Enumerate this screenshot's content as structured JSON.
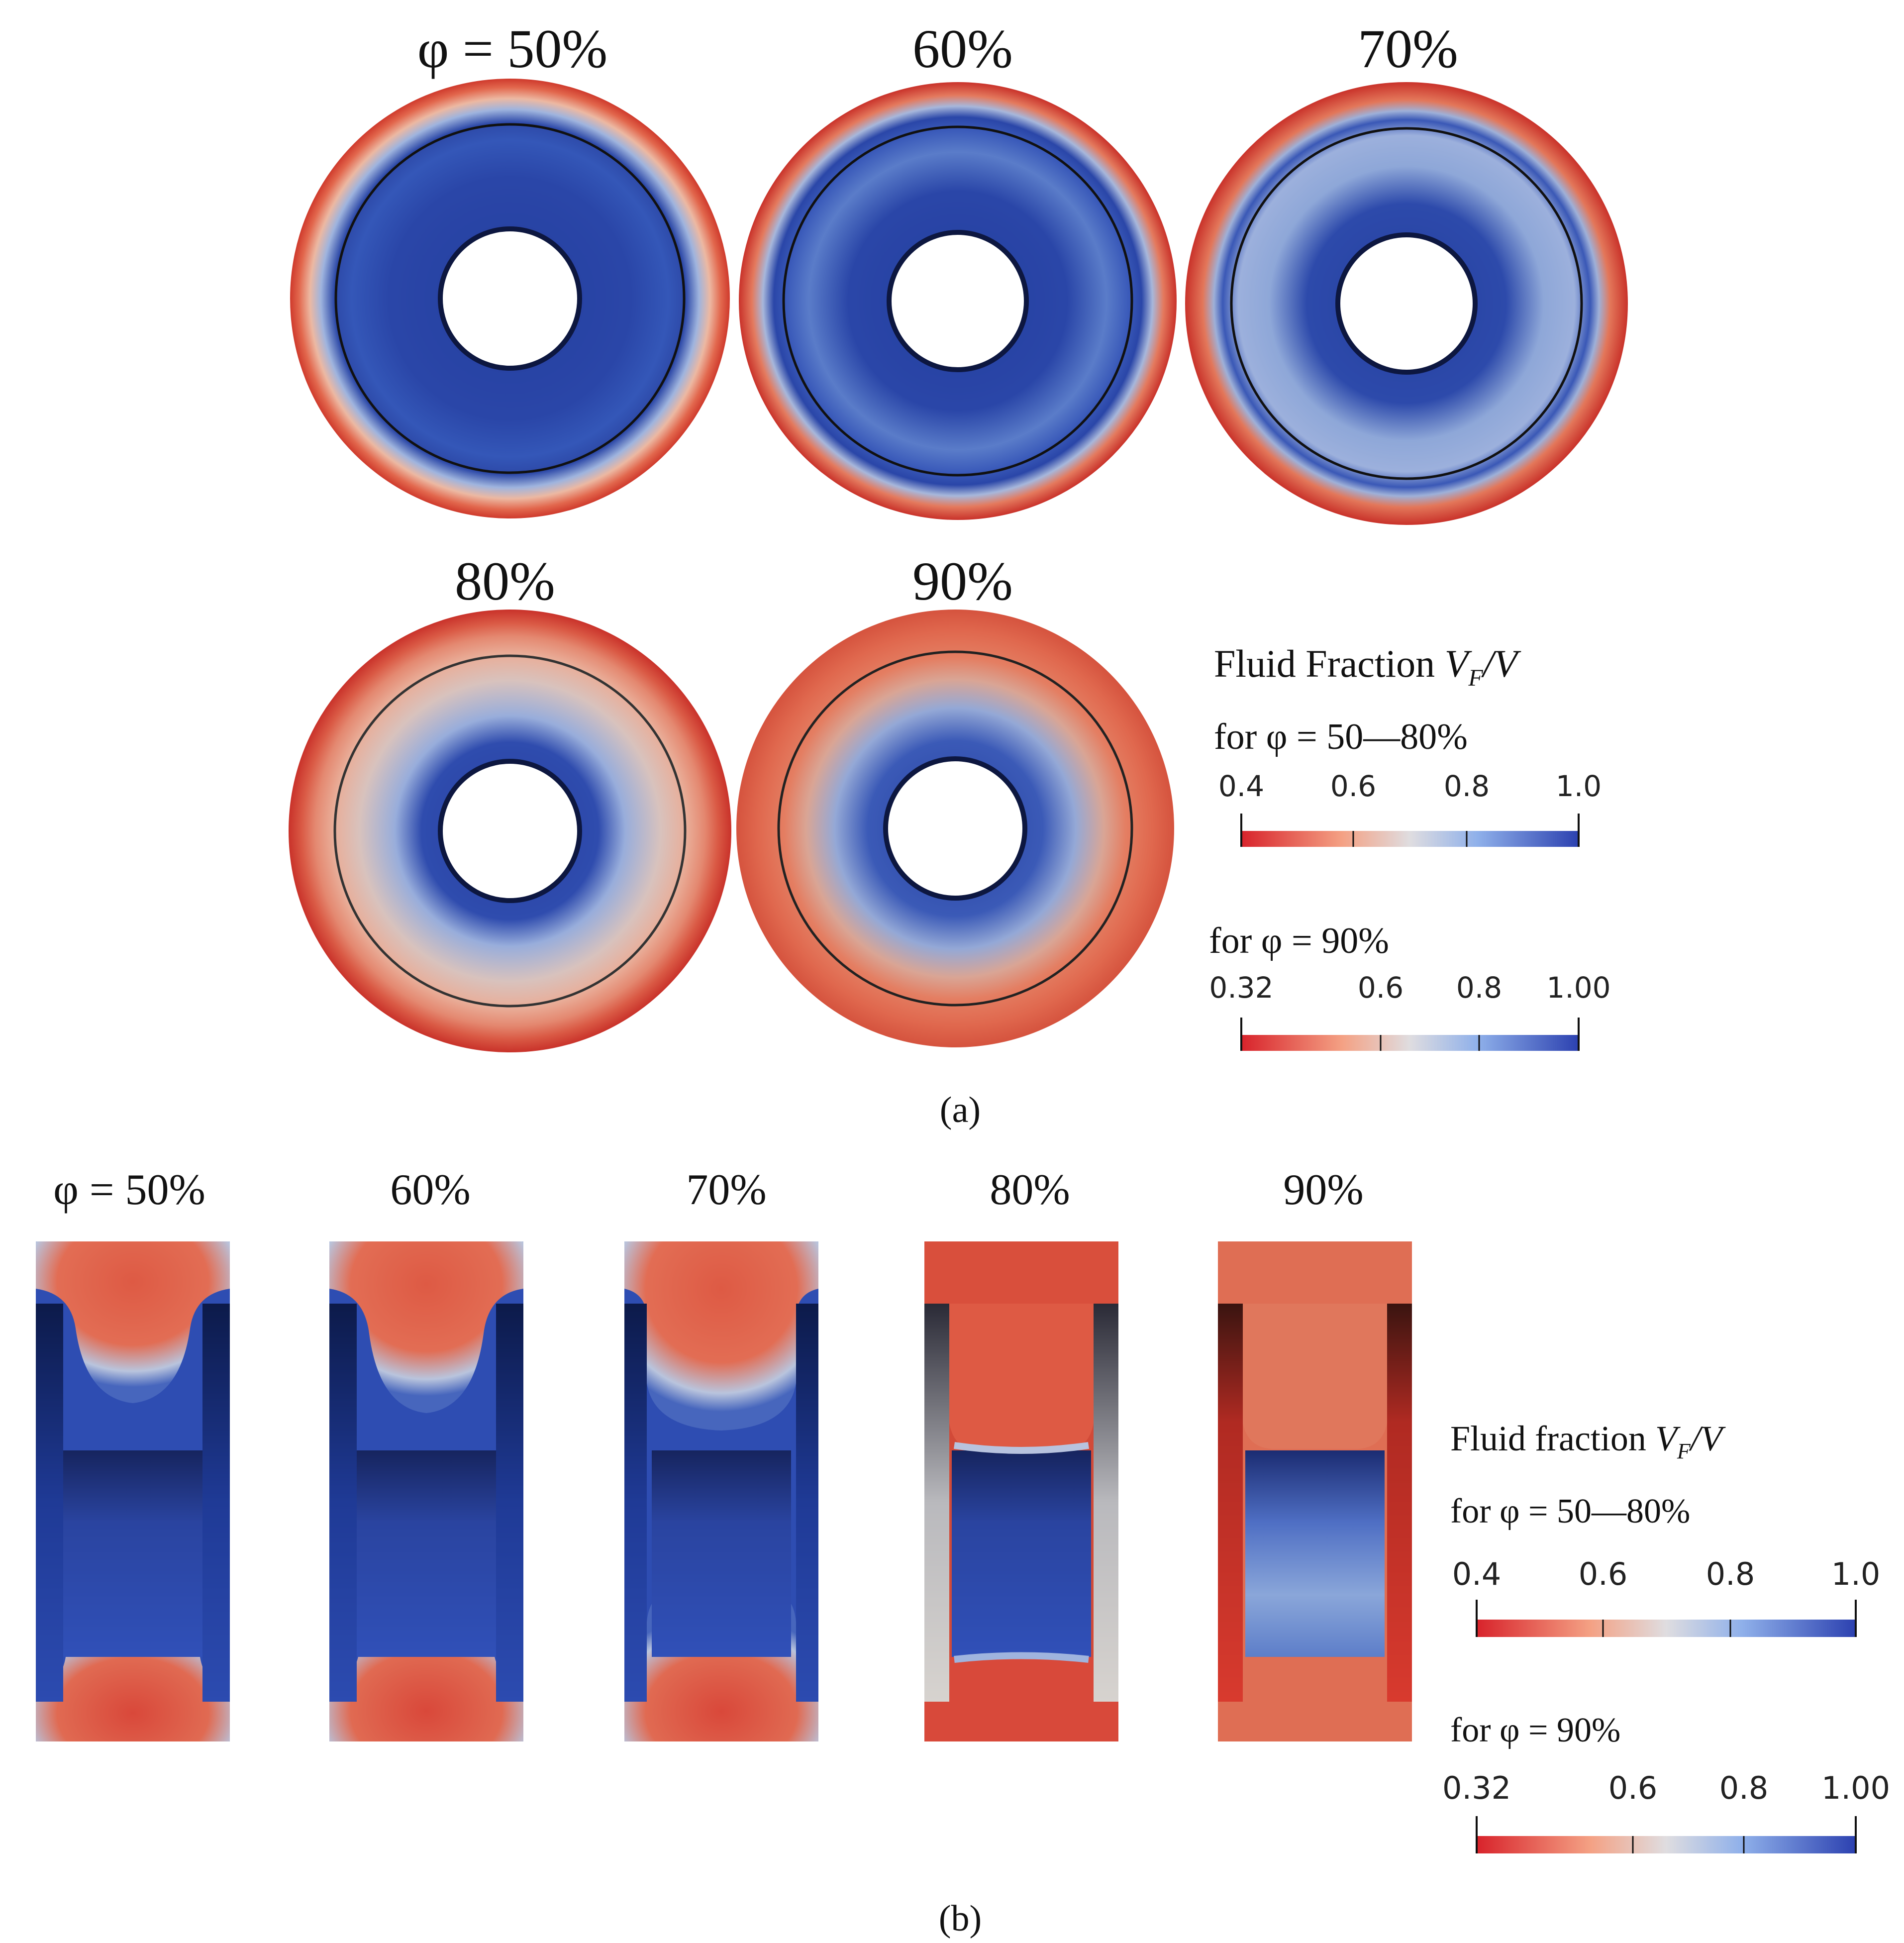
{
  "panel_a": {
    "labels": [
      "φ = 50%",
      "60%",
      "70%",
      "80%",
      "90%"
    ],
    "legend": {
      "title_text": "Fluid Fraction ",
      "title_var": "V",
      "title_sub": "F",
      "title_rest": "/V",
      "range1_label": "for φ = 50—80%",
      "range1_ticks": [
        "0.4",
        "0.6",
        "0.8",
        "1.0"
      ],
      "range2_label": "for φ = 90%",
      "range2_ticks": [
        "0.32",
        "0.6",
        "0.8",
        "1.00"
      ]
    },
    "caption": "(a)"
  },
  "panel_b": {
    "labels": [
      "φ = 50%",
      "60%",
      "70%",
      "80%",
      "90%"
    ],
    "legend": {
      "title_text": "Fluid fraction  ",
      "title_var": "V",
      "title_sub": "F",
      "title_rest": "/V",
      "range1_label": "for φ = 50—80%",
      "range1_ticks": [
        "0.4",
        "0.6",
        "0.8",
        "1.0"
      ],
      "range2_label": "for φ = 90%",
      "range2_ticks": [
        "0.32",
        "0.6",
        "0.8",
        "1.00"
      ]
    },
    "caption": "(b)"
  },
  "colors": {
    "red": "#c8302a",
    "salmon": "#e9866a",
    "light": "#c9cfdc",
    "blue_light": "#7fa2da",
    "blue": "#2c4eb4",
    "blue_dark": "#1b2f85"
  }
}
